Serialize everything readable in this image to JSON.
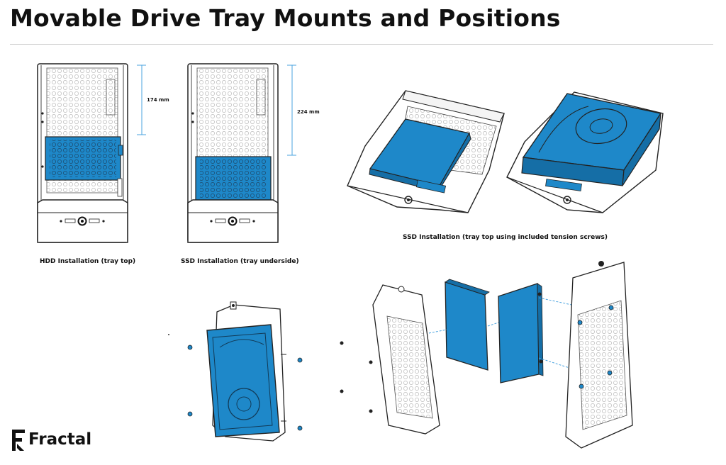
{
  "page": {
    "title": "Movable Drive Tray Mounts and Positions"
  },
  "captions": {
    "hdd_tray_top": "HDD Installation (tray top)",
    "ssd_tray_underside": "SSD Installation (tray underside)",
    "ssd_tray_top_screws": "SSD Installation (tray top using included tension screws)"
  },
  "dimensions": {
    "hdd_height": "174 mm",
    "ssd_height": "224 mm"
  },
  "brand": {
    "name": "Fractal",
    "accent_color": "#1e88c9",
    "line_color": "#222222"
  }
}
